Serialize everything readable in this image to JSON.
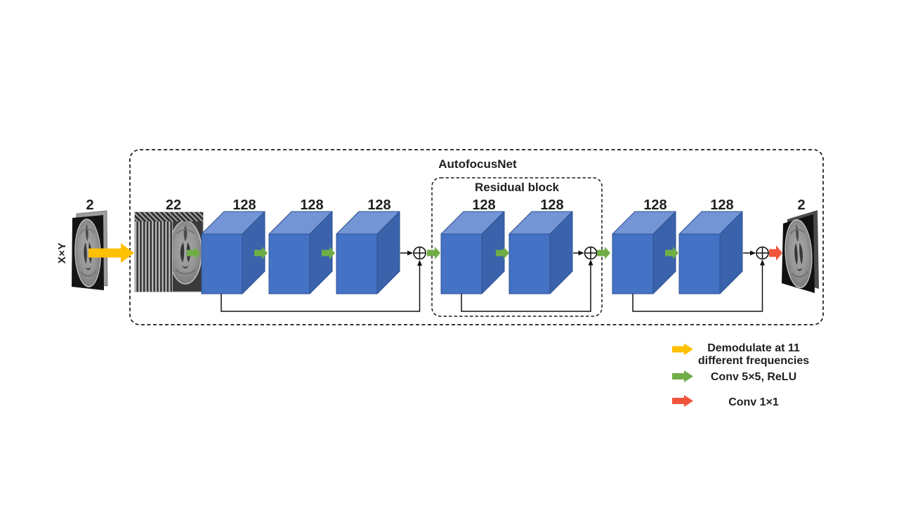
{
  "figure": {
    "network_title": "AutofocusNet",
    "residual_block_title": "Residual block",
    "input": {
      "channels": "2",
      "size": "X×Y"
    },
    "demodulated_stack": {
      "channels": "22"
    },
    "blocks": [
      "128",
      "128",
      "128",
      "128",
      "128",
      "128",
      "128"
    ],
    "output": {
      "channels": "2"
    },
    "legend": {
      "demodulate": {
        "line1": "Demodulate at 11",
        "line2": "different frequencies"
      },
      "conv5": "Conv 5×5, ReLU",
      "conv1": "Conv 1×1"
    },
    "colors": {
      "demodulate_arrow": "#FFC000",
      "conv_arrow": "#70AD47",
      "conv1_arrow": "#F0553C",
      "block_front": "#4472C4",
      "block_top": "#7495D5",
      "block_side": "#3A63AC"
    }
  }
}
